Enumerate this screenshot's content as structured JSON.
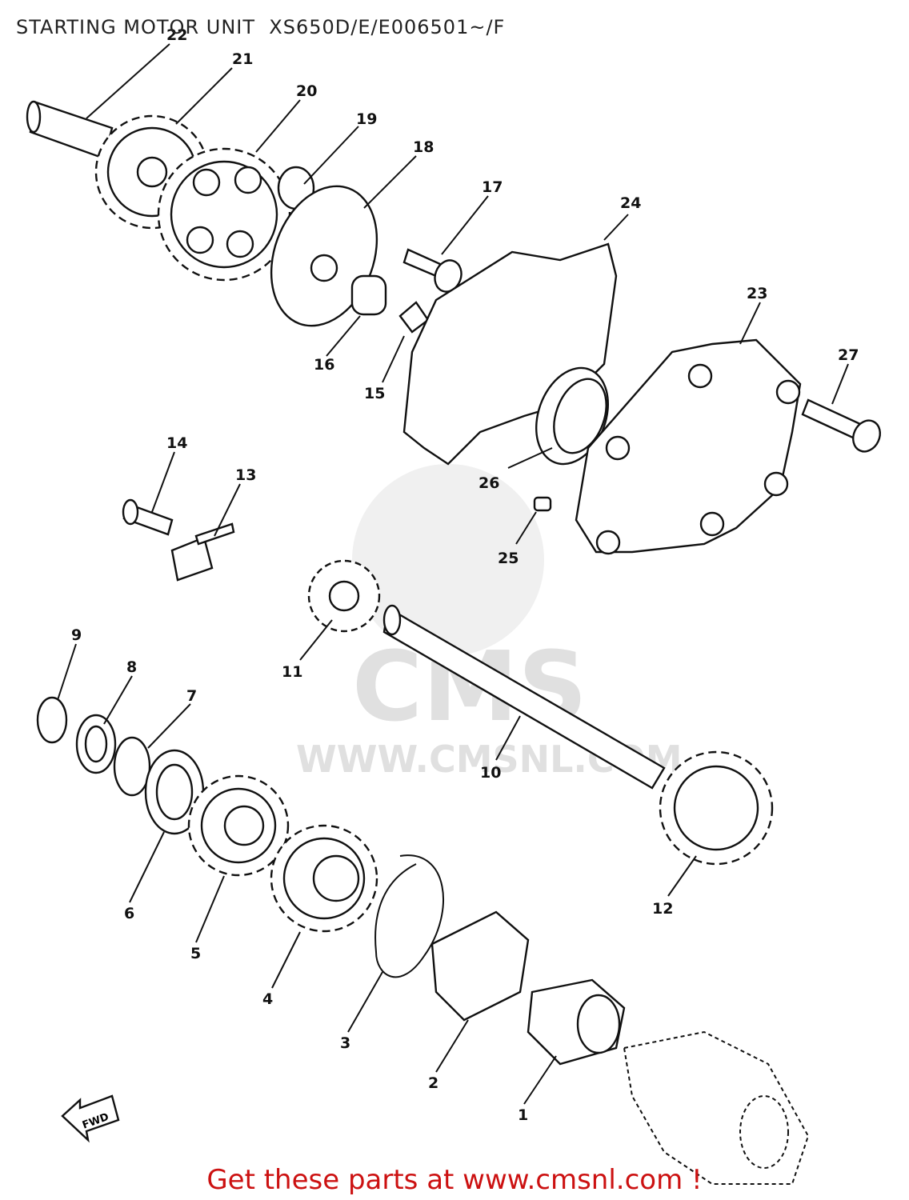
{
  "title": "STARTING MOTOR UNIT  XS650D/E/E006501~/F",
  "footer": "Get these parts at www.cmsnl.com !",
  "watermark": {
    "logo_text": "CMS",
    "url_text": "WWW.CMSNL.COM"
  },
  "fwd_label": "FWD",
  "colors": {
    "footer_text": "#cc1111",
    "lines": "#111111",
    "watermark": "#e0e0e0"
  },
  "parts": [
    {
      "id": "1",
      "label": "1"
    },
    {
      "id": "2",
      "label": "2"
    },
    {
      "id": "3",
      "label": "3"
    },
    {
      "id": "4",
      "label": "4"
    },
    {
      "id": "5",
      "label": "5"
    },
    {
      "id": "6",
      "label": "6"
    },
    {
      "id": "7",
      "label": "7"
    },
    {
      "id": "8",
      "label": "8"
    },
    {
      "id": "9",
      "label": "9"
    },
    {
      "id": "10",
      "label": "10"
    },
    {
      "id": "11",
      "label": "11"
    },
    {
      "id": "12",
      "label": "12"
    },
    {
      "id": "13",
      "label": "13"
    },
    {
      "id": "14",
      "label": "14"
    },
    {
      "id": "15",
      "label": "15"
    },
    {
      "id": "16",
      "label": "16"
    },
    {
      "id": "17",
      "label": "17"
    },
    {
      "id": "18",
      "label": "18"
    },
    {
      "id": "19",
      "label": "19"
    },
    {
      "id": "20",
      "label": "20"
    },
    {
      "id": "21",
      "label": "21"
    },
    {
      "id": "22",
      "label": "22"
    },
    {
      "id": "23",
      "label": "23"
    },
    {
      "id": "24",
      "label": "24"
    },
    {
      "id": "25",
      "label": "25"
    },
    {
      "id": "26",
      "label": "26"
    },
    {
      "id": "27",
      "label": "27"
    }
  ]
}
